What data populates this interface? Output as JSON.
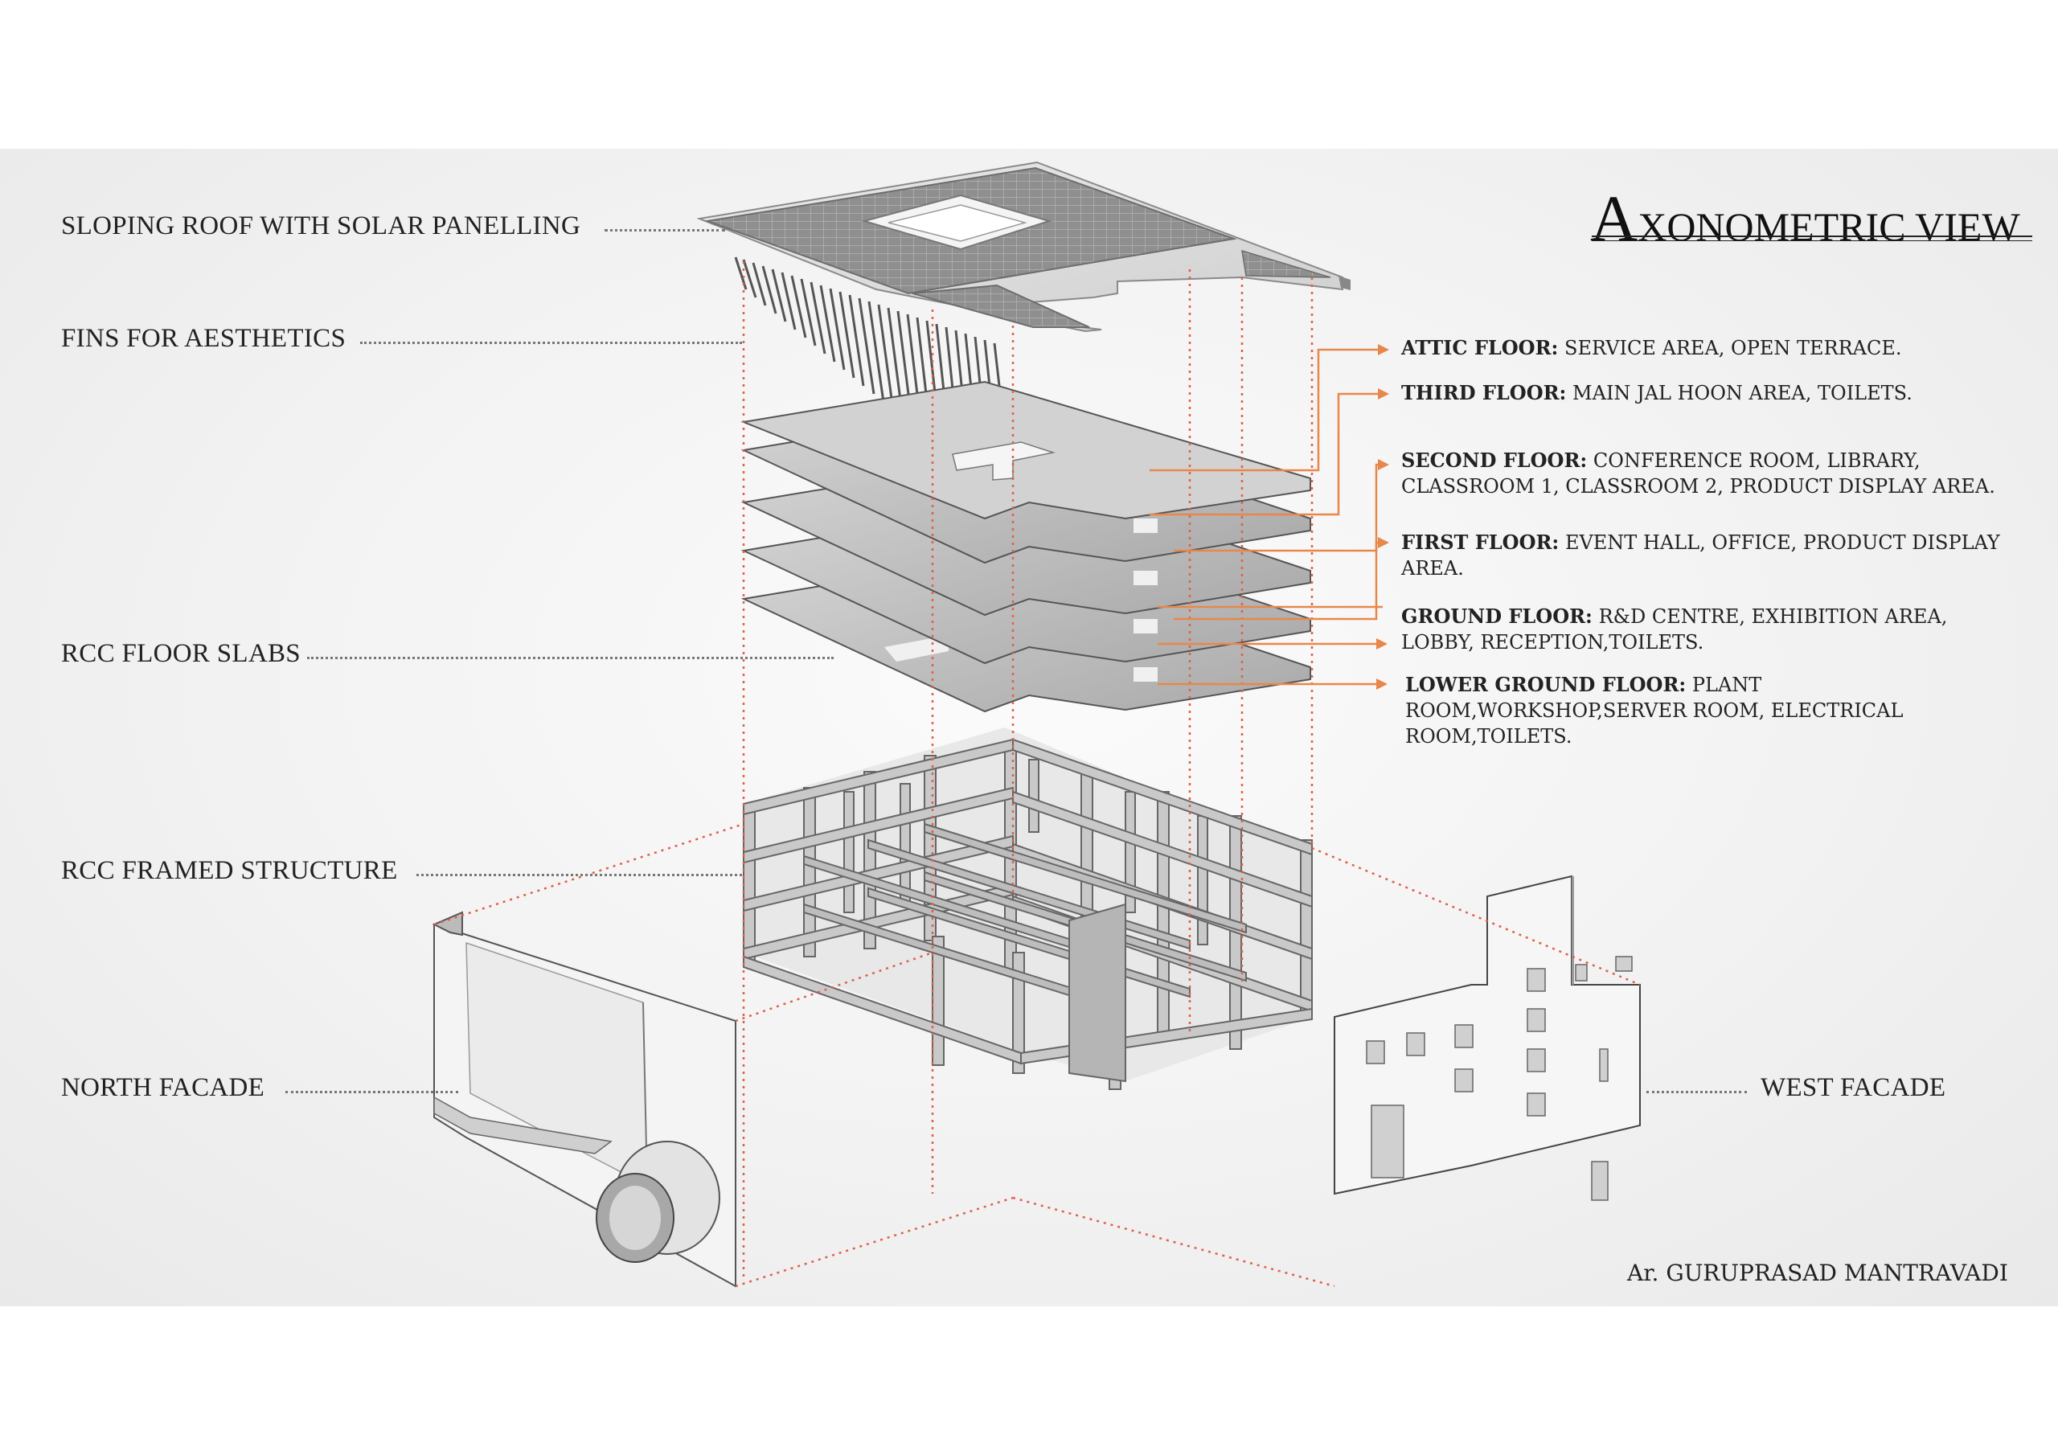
{
  "title": {
    "first_letter": "A",
    "rest": "XONOMETRIC VIEW"
  },
  "left_labels": [
    "SLOPING ROOF WITH SOLAR PANELLING",
    "FINS FOR AESTHETICS",
    "RCC FLOOR SLABS",
    "RCC FRAMED STRUCTURE",
    "NORTH FACADE"
  ],
  "right_label": "WEST FACADE",
  "floors": [
    {
      "name": "ATTIC FLOOR:",
      "desc": "SERVICE AREA, OPEN TERRACE."
    },
    {
      "name": "THIRD FLOOR:",
      "desc": "MAIN JAL HOON AREA, TOILETS."
    },
    {
      "name": "SECOND FLOOR:",
      "desc": "CONFERENCE ROOM, LIBRARY, CLASSROOM 1, CLASSROOM 2, PRODUCT DISPLAY AREA."
    },
    {
      "name": "FIRST FLOOR:",
      "desc": "EVENT HALL, OFFICE, PRODUCT DISPLAY AREA."
    },
    {
      "name": "GROUND FLOOR:",
      "desc": "R&D CENTRE, EXHIBITION AREA, LOBBY, RECEPTION,TOILETS."
    },
    {
      "name": "LOWER GROUND FLOOR:",
      "desc": "PLANT ROOM,WORKSHOP,SERVER ROOM, ELECTRICAL ROOM,TOILETS."
    }
  ],
  "credit": "Ar. GURUPRASAD MANTRAVADI",
  "colors": {
    "accent_arrow": "#e8874a",
    "guide_dots": "#e0604a",
    "leader_dots": "#777777"
  }
}
